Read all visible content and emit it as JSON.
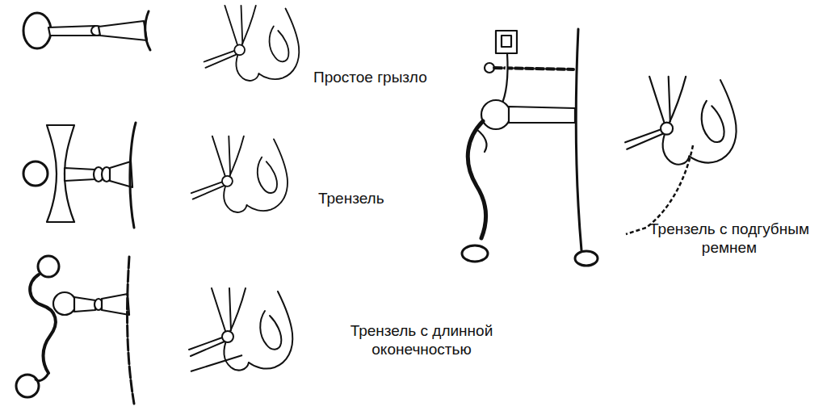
{
  "diagram": {
    "labels": [
      "Простое грызло",
      "Трензель",
      "Трензель с длинной оконечностью",
      "Трензель с подгубным ремнем"
    ]
  }
}
